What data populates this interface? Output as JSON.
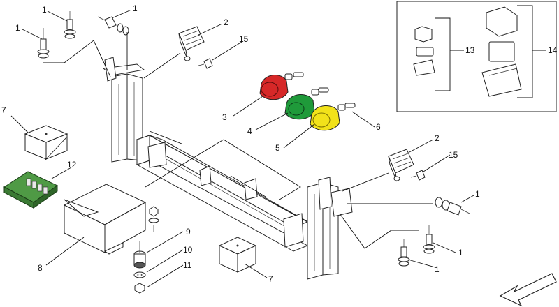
{
  "callouts": {
    "c1a": "1",
    "c1b": "1",
    "c1c": "1",
    "c1d": "1",
    "c1e": "1",
    "c1f": "1",
    "c2a": "2",
    "c2b": "2",
    "c3": "3",
    "c4": "4",
    "c5": "5",
    "c6": "6",
    "c7a": "7",
    "c7b": "7",
    "c8": "8",
    "c9": "9",
    "c10": "10",
    "c11": "11",
    "c12": "12",
    "c13": "13",
    "c14": "14",
    "c15a": "15",
    "c15b": "15"
  },
  "colors": {
    "cover_red": "#d62828",
    "cover_green": "#1f9a3a",
    "cover_yellow": "#f2e21a",
    "pcb_green": "#4f9a45"
  },
  "icons": {
    "direction_arrow": "outline-arrow-down-left-icon"
  }
}
